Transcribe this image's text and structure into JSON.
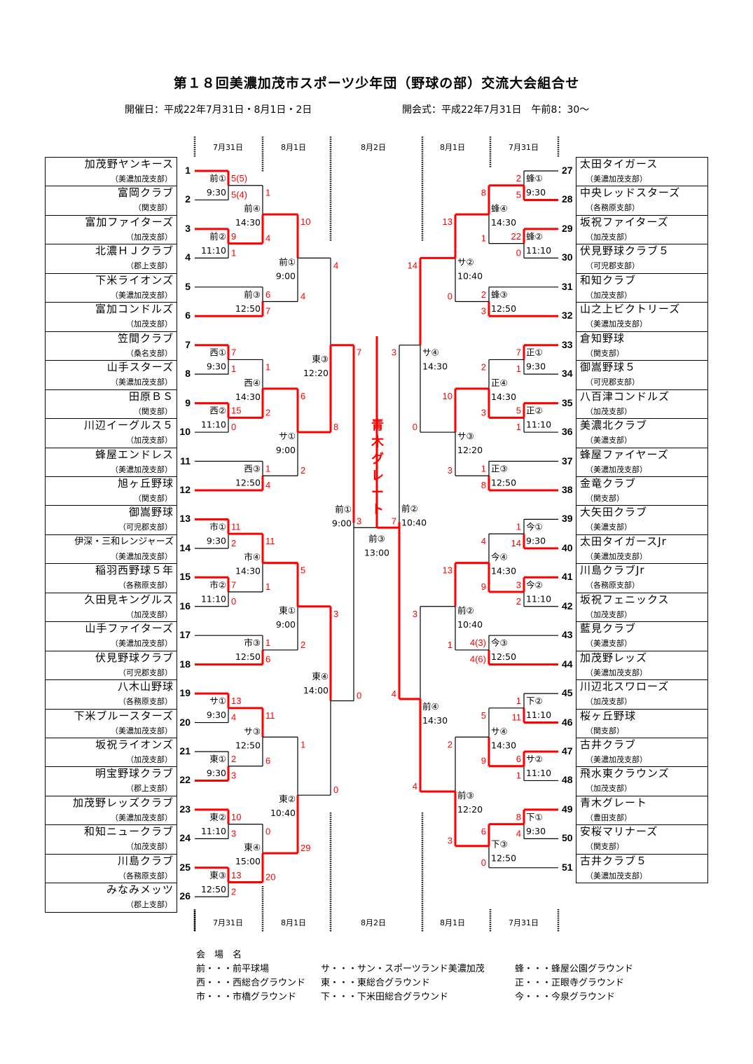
{
  "title": "第１８回美濃加茂市スポーツ少年団（野球の部）交流大会組合せ",
  "dates": "開催日：平成22年7月31日・8月1日・2日",
  "ceremony": "開会式：平成22年7月31日　午前8：30～",
  "date_columns": [
    "7月31日",
    "8月1日",
    "8月2日",
    "8月1日",
    "7月31日"
  ],
  "champion": "青木グレート",
  "colors": {
    "winner_line": "#ff0000",
    "line": "#000000",
    "score": "#ff0000"
  },
  "teams_left": [
    {
      "seed": 1,
      "name": "加茂野ヤンキース",
      "branch": "（美濃加茂支部）"
    },
    {
      "seed": 2,
      "name": "富岡クラブ",
      "branch": "（関支部）"
    },
    {
      "seed": 3,
      "name": "富加ファイターズ",
      "branch": "（加茂支部）"
    },
    {
      "seed": 4,
      "name": "北濃ＨＪクラブ",
      "branch": "（郡上支部）"
    },
    {
      "seed": 5,
      "name": "下米ライオンズ",
      "branch": "（美濃加茂支部）"
    },
    {
      "seed": 6,
      "name": "富加コンドルズ",
      "branch": "（加茂支部）"
    },
    {
      "seed": 7,
      "name": "笠間クラブ",
      "branch": "（桑名支部）"
    },
    {
      "seed": 8,
      "name": "山手スターズ",
      "branch": "（美濃加茂支部）"
    },
    {
      "seed": 9,
      "name": "田原ＢＳ",
      "branch": "（関支部）"
    },
    {
      "seed": 10,
      "name": "川辺イーグルス５",
      "branch": "（加茂支部）"
    },
    {
      "seed": 11,
      "name": "蜂屋エンドレス",
      "branch": "（美濃加茂支部）"
    },
    {
      "seed": 12,
      "name": "旭ヶ丘野球",
      "branch": "（関支部）"
    },
    {
      "seed": 13,
      "name": "御嵩野球",
      "branch": "（可児郡支部）"
    },
    {
      "seed": 14,
      "name": "伊深・三和レンジャーズ",
      "branch": "（美濃加茂支部）"
    },
    {
      "seed": 15,
      "name": "稲羽西野球５年",
      "branch": "（各務原支部）"
    },
    {
      "seed": 16,
      "name": "久田見キングルス",
      "branch": "（加茂支部）"
    },
    {
      "seed": 17,
      "name": "山手ファイターズ",
      "branch": "（美濃加茂支部）"
    },
    {
      "seed": 18,
      "name": "伏見野球クラブ",
      "branch": "（可児郡支部）"
    },
    {
      "seed": 19,
      "name": "八木山野球",
      "branch": "（各務原支部）"
    },
    {
      "seed": 20,
      "name": "下米ブルースターズ",
      "branch": "（美濃加茂支部）"
    },
    {
      "seed": 21,
      "name": "坂祝ライオンズ",
      "branch": "（加茂支部）"
    },
    {
      "seed": 22,
      "name": "明宝野球クラブ",
      "branch": "（郡上支部）"
    },
    {
      "seed": 23,
      "name": "加茂野レッズクラブ",
      "branch": "（美濃加茂支部）"
    },
    {
      "seed": 24,
      "name": "和知ニュークラブ",
      "branch": "（加茂支部）"
    },
    {
      "seed": 25,
      "name": "川島クラブ",
      "branch": "（各務原支部）"
    },
    {
      "seed": 26,
      "name": "みなみメッツ",
      "branch": "（郡上支部）"
    }
  ],
  "teams_right": [
    {
      "seed": 27,
      "name": "太田タイガース",
      "branch": "（美濃加茂支部）"
    },
    {
      "seed": 28,
      "name": "中央レッドスターズ",
      "branch": "（各務原支部）"
    },
    {
      "seed": 29,
      "name": "坂祝ファイターズ",
      "branch": "（加茂支部）"
    },
    {
      "seed": 30,
      "name": "伏見野球クラブ５",
      "branch": "（可児郡支部）"
    },
    {
      "seed": 31,
      "name": "和知クラブ",
      "branch": "（加茂支部）"
    },
    {
      "seed": 32,
      "name": "山之上ビクトリーズ",
      "branch": "（美濃加茂支部）"
    },
    {
      "seed": 33,
      "name": "倉知野球",
      "branch": "（関支部）"
    },
    {
      "seed": 34,
      "name": "御嵩野球５",
      "branch": "（可児郡支部）"
    },
    {
      "seed": 35,
      "name": "八百津コンドルズ",
      "branch": "（加茂支部）"
    },
    {
      "seed": 36,
      "name": "美濃北クラブ",
      "branch": "（美濃支部）"
    },
    {
      "seed": 37,
      "name": "蜂屋ファイヤーズ",
      "branch": "（美濃加茂支部）"
    },
    {
      "seed": 38,
      "name": "金竜クラブ",
      "branch": "（関支部）"
    },
    {
      "seed": 39,
      "name": "大矢田クラブ",
      "branch": "（美濃支部）"
    },
    {
      "seed": 40,
      "name": "太田タイガースJr",
      "branch": "（美濃加茂支部）"
    },
    {
      "seed": 41,
      "name": "川島クラブJr",
      "branch": "（各務原支部）"
    },
    {
      "seed": 42,
      "name": "坂祝フェニックス",
      "branch": "（加茂支部）"
    },
    {
      "seed": 43,
      "name": "藍見クラブ",
      "branch": "（美濃支部）"
    },
    {
      "seed": 44,
      "name": "加茂野レッズ",
      "branch": "（美濃加茂支部）"
    },
    {
      "seed": 45,
      "name": "川辺北スワローズ",
      "branch": "（加茂支部）"
    },
    {
      "seed": 46,
      "name": "桜ヶ丘野球",
      "branch": "（関支部）"
    },
    {
      "seed": 47,
      "name": "古井クラブ",
      "branch": "（美濃加茂支部）"
    },
    {
      "seed": 48,
      "name": "飛水東クラウンズ",
      "branch": "（加茂支部）"
    },
    {
      "seed": 49,
      "name": "青木グレート",
      "branch": "（豊田支部）"
    },
    {
      "seed": 50,
      "name": "安桜マリナーズ",
      "branch": "（関支部）"
    },
    {
      "seed": 51,
      "name": "古井クラブ５",
      "branch": "（美濃加茂支部）"
    }
  ],
  "games_left": [
    {
      "id": "L1a",
      "label": "前①",
      "time": "9:30",
      "a": 1,
      "b": 2,
      "score_a": "5(5)",
      "score_b": "5(4)",
      "winner": "a"
    },
    {
      "id": "L1b",
      "label": "前②",
      "time": "11:10",
      "a": 3,
      "b": 4,
      "score_a": "9",
      "score_b": "1",
      "winner": "a"
    },
    {
      "id": "L1c",
      "label": "前③",
      "time": "12:50",
      "a": 5,
      "b": 6,
      "score_a": "6",
      "score_b": "7",
      "winner": "b"
    },
    {
      "id": "L1d",
      "label": "西①",
      "time": "9:30",
      "a": 7,
      "b": 8,
      "score_a": "7",
      "score_b": "1",
      "winner": "a"
    },
    {
      "id": "L1e",
      "label": "西②",
      "time": "11:10",
      "a": 9,
      "b": 10,
      "score_a": "15",
      "score_b": "0",
      "winner": "a"
    },
    {
      "id": "L1f",
      "label": "西③",
      "time": "12:50",
      "a": 11,
      "b": 12,
      "score_a": "1",
      "score_b": "4",
      "winner": "b"
    },
    {
      "id": "L1g",
      "label": "市①",
      "time": "9:30",
      "a": 13,
      "b": 14,
      "score_a": "11",
      "score_b": "2",
      "winner": "a"
    },
    {
      "id": "L1h",
      "label": "市②",
      "time": "11:10",
      "a": 15,
      "b": 16,
      "score_a": "7",
      "score_b": "0",
      "winner": "a"
    },
    {
      "id": "L1i",
      "label": "市③",
      "time": "12:50",
      "a": 17,
      "b": 18,
      "score_a": "1",
      "score_b": "6",
      "winner": "b"
    },
    {
      "id": "L1j",
      "label": "サ①",
      "time": "9:30",
      "a": 19,
      "b": 20,
      "score_a": "13",
      "score_b": "4",
      "winner": "a"
    },
    {
      "id": "L1k",
      "label": "東①",
      "time": "9:30",
      "a": 21,
      "b": 22,
      "score_a": "2",
      "score_b": "3",
      "winner": "b"
    },
    {
      "id": "L1l",
      "label": "東②",
      "time": "11:10",
      "a": 23,
      "b": 24,
      "score_a": "10",
      "score_b": "3",
      "winner": "a"
    },
    {
      "id": "L1m",
      "label": "東③",
      "time": "12:50",
      "a": 25,
      "b": 26,
      "score_a": "13",
      "score_b": "2",
      "winner": "a"
    },
    {
      "id": "L2a",
      "label": "前④",
      "time": "14:30",
      "score_a": "1",
      "score_b": "4",
      "winner": "b"
    },
    {
      "id": "L2b",
      "label": "西④",
      "time": "14:30",
      "score_a": "1",
      "score_b": "2",
      "winner": "b"
    },
    {
      "id": "L2c",
      "label": "市④",
      "time": "14:30",
      "score_a": "11",
      "score_b": "1",
      "winner": "a"
    },
    {
      "id": "L2d",
      "label": "サ③",
      "time": "12:50",
      "score_a": "11",
      "score_b": "6",
      "winner": "a"
    },
    {
      "id": "L2e",
      "label": "東④",
      "time": "15:00",
      "score_a": "0",
      "score_b": "20",
      "winner": "b"
    },
    {
      "id": "L3a",
      "label": "前①",
      "time": "9:00",
      "score_a": "10",
      "score_b": "4",
      "winner": "a"
    },
    {
      "id": "L3b",
      "label": "サ①",
      "time": "9:00",
      "score_a": "6",
      "score_b": "2",
      "winner": "a"
    },
    {
      "id": "L3c",
      "label": "東①",
      "time": "9:00",
      "score_a": "5",
      "score_b": "2",
      "winner": "a"
    },
    {
      "id": "L3d",
      "label": "東②",
      "time": "10:40",
      "score_a": "1",
      "score_b": "29",
      "winner": "b"
    },
    {
      "id": "L4a",
      "label": "東③",
      "time": "12:20",
      "score_a": "4",
      "score_b": "8",
      "winner": "b"
    },
    {
      "id": "L4b",
      "label": "東④",
      "time": "14:00",
      "score_a": "3",
      "score_b": "0",
      "winner": "a"
    },
    {
      "id": "L5",
      "label": "前①",
      "time": "9:00",
      "score_a": "7",
      "score_b": "0",
      "winner": "a"
    }
  ],
  "games_right": [
    {
      "id": "R1a",
      "label": "蜂①",
      "time": "9:30",
      "a": 27,
      "b": 28,
      "score_a": "2",
      "score_b": "5",
      "winner": "b"
    },
    {
      "id": "R1b",
      "label": "蜂②",
      "time": "11:10",
      "a": 29,
      "b": 30,
      "score_a": "22",
      "score_b": "0",
      "winner": "a"
    },
    {
      "id": "R1c",
      "label": "蜂③",
      "time": "12:50",
      "a": 31,
      "b": 32,
      "score_a": "2",
      "score_b": "3",
      "winner": "b"
    },
    {
      "id": "R1d",
      "label": "正①",
      "time": "9:30",
      "a": 33,
      "b": 34,
      "score_a": "7",
      "score_b": "1",
      "winner": "a"
    },
    {
      "id": "R1e",
      "label": "正②",
      "time": "11:10",
      "a": 35,
      "b": 36,
      "score_a": "5",
      "score_b": "1",
      "winner": "a"
    },
    {
      "id": "R1f",
      "label": "正③",
      "time": "12:50",
      "a": 37,
      "b": 38,
      "score_a": "1",
      "score_b": "8",
      "winner": "b"
    },
    {
      "id": "R1g",
      "label": "今①",
      "time": "9:30",
      "a": 39,
      "b": 40,
      "score_a": "1",
      "score_b": "14",
      "winner": "b"
    },
    {
      "id": "R1h",
      "label": "今②",
      "time": "11:10",
      "a": 41,
      "b": 42,
      "score_a": "3",
      "score_b": "2",
      "winner": "a"
    },
    {
      "id": "R1i",
      "label": "今③",
      "time": "12:50",
      "a": 43,
      "b": 44,
      "score_a": "4(3)",
      "score_b": "4(6)",
      "winner": "b"
    },
    {
      "id": "R1j",
      "label": "下②",
      "time": "11:10",
      "a": 45,
      "b": 46,
      "score_a": "1",
      "score_b": "11",
      "winner": "b"
    },
    {
      "id": "R1k",
      "label": "サ②",
      "time": "11:10",
      "a": 47,
      "b": 48,
      "score_a": "6",
      "score_b": "1",
      "winner": "a"
    },
    {
      "id": "R1l",
      "label": "下①",
      "time": "9:30",
      "a": 49,
      "b": 50,
      "score_a": "8",
      "score_b": "4",
      "winner": "a"
    },
    {
      "id": "R2a",
      "label": "蜂④",
      "time": "14:30",
      "score_a": "8",
      "score_b": "1",
      "winner": "a"
    },
    {
      "id": "R2b",
      "label": "正④",
      "time": "14:30",
      "score_a": "2",
      "score_b": "3",
      "winner": "b"
    },
    {
      "id": "R2c",
      "label": "今④",
      "time": "14:30",
      "score_a": "4",
      "score_b": "9",
      "winner": "b"
    },
    {
      "id": "R2d",
      "label": "サ④",
      "time": "14:30",
      "score_a": "5",
      "score_b": "9",
      "winner": "b"
    },
    {
      "id": "R2e",
      "label": "下③",
      "time": "12:50",
      "score_a": "6",
      "score_b": "0",
      "winner": "a"
    },
    {
      "id": "R3a",
      "label": "サ②",
      "time": "10:40",
      "score_a": "13",
      "score_b": "0",
      "winner": "a"
    },
    {
      "id": "R3b",
      "label": "サ③",
      "time": "12:20",
      "score_a": "10",
      "score_b": "3",
      "winner": "a"
    },
    {
      "id": "R3c",
      "label": "前②",
      "time": "10:40",
      "score_a": "13",
      "score_b": "1",
      "winner": "a"
    },
    {
      "id": "R3d",
      "label": "前③",
      "time": "12:20",
      "score_a": "2",
      "score_b": "3",
      "winner": "b"
    },
    {
      "id": "R4a",
      "label": "サ④",
      "time": "14:30",
      "score_a": "14",
      "score_b": "0",
      "winner": "a"
    },
    {
      "id": "R4b",
      "label": "前④",
      "time": "14:30",
      "score_a": "3",
      "score_b": "4",
      "winner": "b"
    },
    {
      "id": "R5",
      "label": "前②",
      "time": "10:40",
      "score_a": "3",
      "score_b": "4",
      "winner": "b"
    }
  ],
  "final": {
    "label": "前③",
    "time": "13:00",
    "score_left": "3",
    "score_right": "7",
    "winner": "right"
  },
  "venue_legend": {
    "heading": "会　場　名",
    "items": [
      "前・・・前平球場",
      "サ・・・サン・スポーツランド美濃加茂",
      "蜂・・・蜂屋公園グラウンド",
      "西・・・西総合グラウンド",
      "東・・・東総合グラウンド",
      "正・・・正眼寺グラウンド",
      "市・・・市橋グラウンド",
      "下・・・下米田総合グラウンド",
      "今・・・今泉グラウンド"
    ]
  }
}
